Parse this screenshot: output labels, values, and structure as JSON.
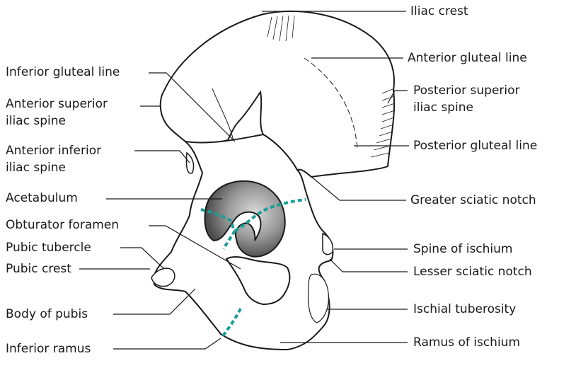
{
  "diagram": {
    "colors": {
      "outline": "#1a1a1a",
      "acetabulum_dark": "#4d4d4d",
      "acetabulum_light": "#d9d9d9",
      "fusion_dots": "#1a9e96"
    },
    "labels_left": [
      {
        "id": "inferior-gluteal-line",
        "text": "Inferior gluteal line"
      },
      {
        "id": "anterior-superior-iliac-spine",
        "line1": "Anterior superior",
        "line2": "iliac spine"
      },
      {
        "id": "anterior-inferior-iliac-spine",
        "line1": "Anterior inferior",
        "line2": "iliac spine"
      },
      {
        "id": "acetabulum",
        "text": "Acetabulum"
      },
      {
        "id": "obturator-foramen",
        "text": "Obturator foramen"
      },
      {
        "id": "pubic-tubercle",
        "text": "Pubic tubercle"
      },
      {
        "id": "pubic-crest",
        "text": "Pubic crest"
      },
      {
        "id": "body-of-pubis",
        "text": "Body of pubis"
      },
      {
        "id": "inferior-ramus",
        "text": "Inferior ramus"
      }
    ],
    "labels_right": [
      {
        "id": "iliac-crest",
        "text": "Iliac crest"
      },
      {
        "id": "anterior-gluteal-line",
        "text": "Anterior gluteal line"
      },
      {
        "id": "posterior-superior-iliac-spine",
        "line1": "Posterior superior",
        "line2": "iliac spine"
      },
      {
        "id": "posterior-gluteal-line",
        "text": "Posterior gluteal line"
      },
      {
        "id": "greater-sciatic-notch",
        "text": "Greater sciatic notch"
      },
      {
        "id": "spine-of-ischium",
        "text": "Spine of ischium"
      },
      {
        "id": "lesser-sciatic-notch",
        "text": "Lesser sciatic notch"
      },
      {
        "id": "ischial-tuberosity",
        "text": "Ischial tuberosity"
      },
      {
        "id": "ramus-of-ischium",
        "text": "Ramus of ischium"
      }
    ]
  }
}
